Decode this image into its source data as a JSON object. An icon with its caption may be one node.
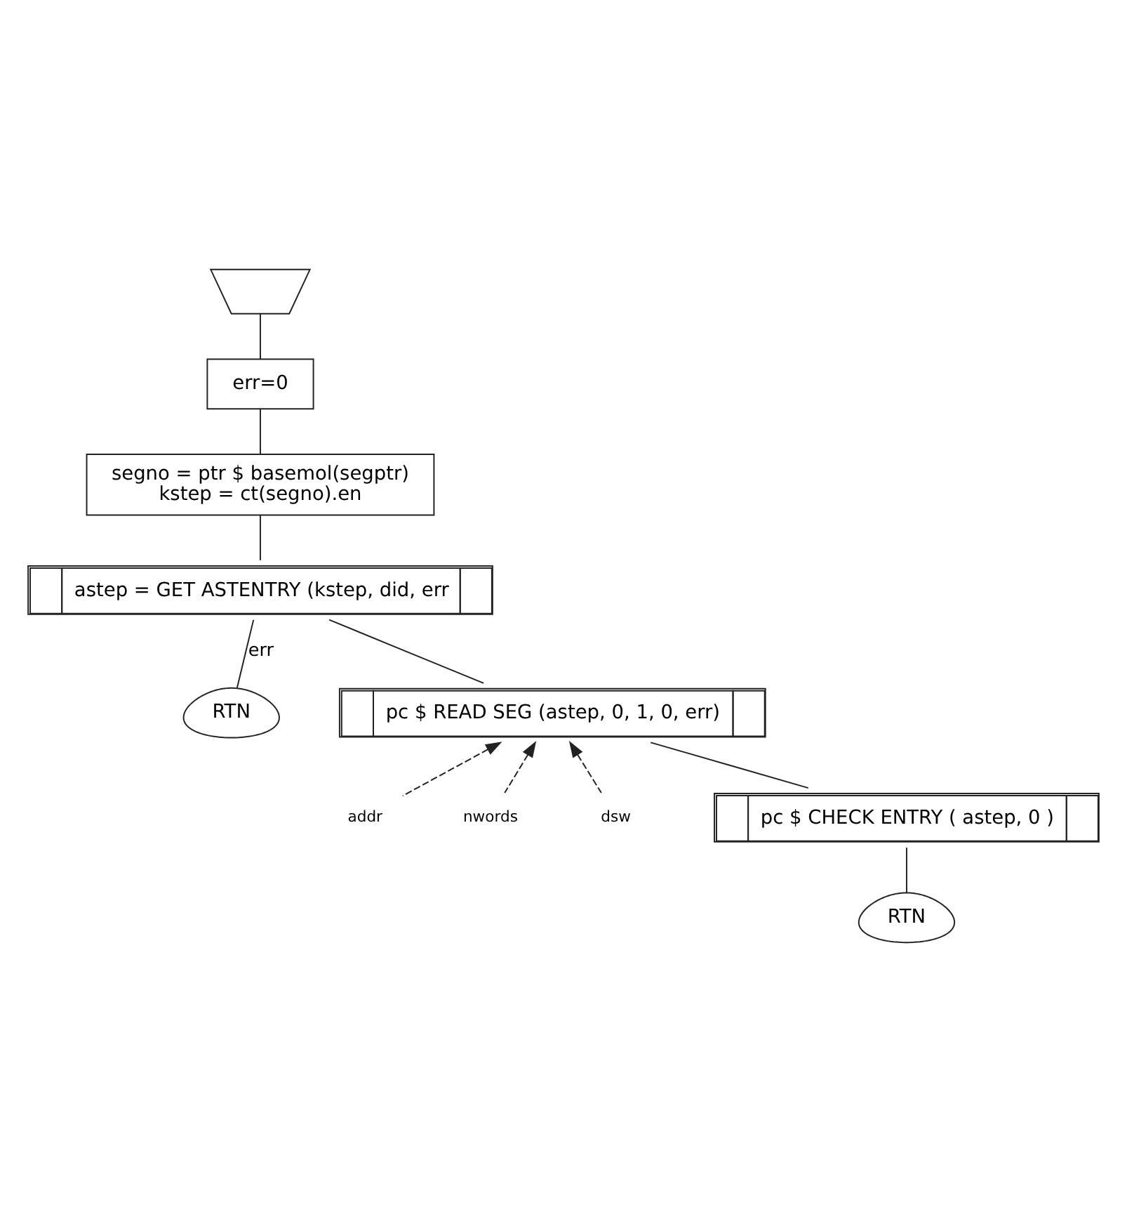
{
  "diagram": {
    "nodes": [
      {
        "text": [],
        "shape": "semicircle"
      },
      {
        "text": [
          "err=0"
        ]
      },
      {
        "text": [
          "segno = ptr $ basemol(segptr)",
          "kstep = ct(segno).en"
        ]
      },
      {
        "text": [
          "astep = GET ASTENTRY (kstep, did, err"
        ]
      },
      {
        "text": [
          "RTN"
        ]
      },
      {
        "text": [
          "pc $ READ SEG (astep, 0, 1, 0, err)"
        ]
      },
      {
        "text": [
          "addr"
        ]
      },
      {
        "text": [
          "nwords"
        ]
      },
      {
        "text": [
          "dsw"
        ]
      },
      {
        "text": [
          "pc $ CHECK ENTRY ( astep, 0 )"
        ]
      },
      {
        "text": [
          "RTN"
        ]
      }
    ],
    "edges": [
      {
        "from": 0,
        "to": 1,
        "arrow": "none"
      },
      {
        "from": 1,
        "to": 2,
        "arrow": "none"
      },
      {
        "from": 2,
        "to": 3,
        "arrow": "none"
      },
      {
        "from": 3,
        "to": 4,
        "arrow": "none",
        "label": "err"
      },
      {
        "from": 3,
        "to": 5,
        "arrow": "none"
      },
      {
        "from": 6,
        "to": 5,
        "arrow": "to",
        "style": "dashed"
      },
      {
        "from": 7,
        "to": 5,
        "arrow": "to",
        "style": "dashed"
      },
      {
        "from": 8,
        "to": 5,
        "arrow": "to",
        "style": "dashed"
      },
      {
        "from": 5,
        "to": 9,
        "arrow": "none"
      },
      {
        "from": 9,
        "to": 10,
        "arrow": "none"
      }
    ]
  }
}
